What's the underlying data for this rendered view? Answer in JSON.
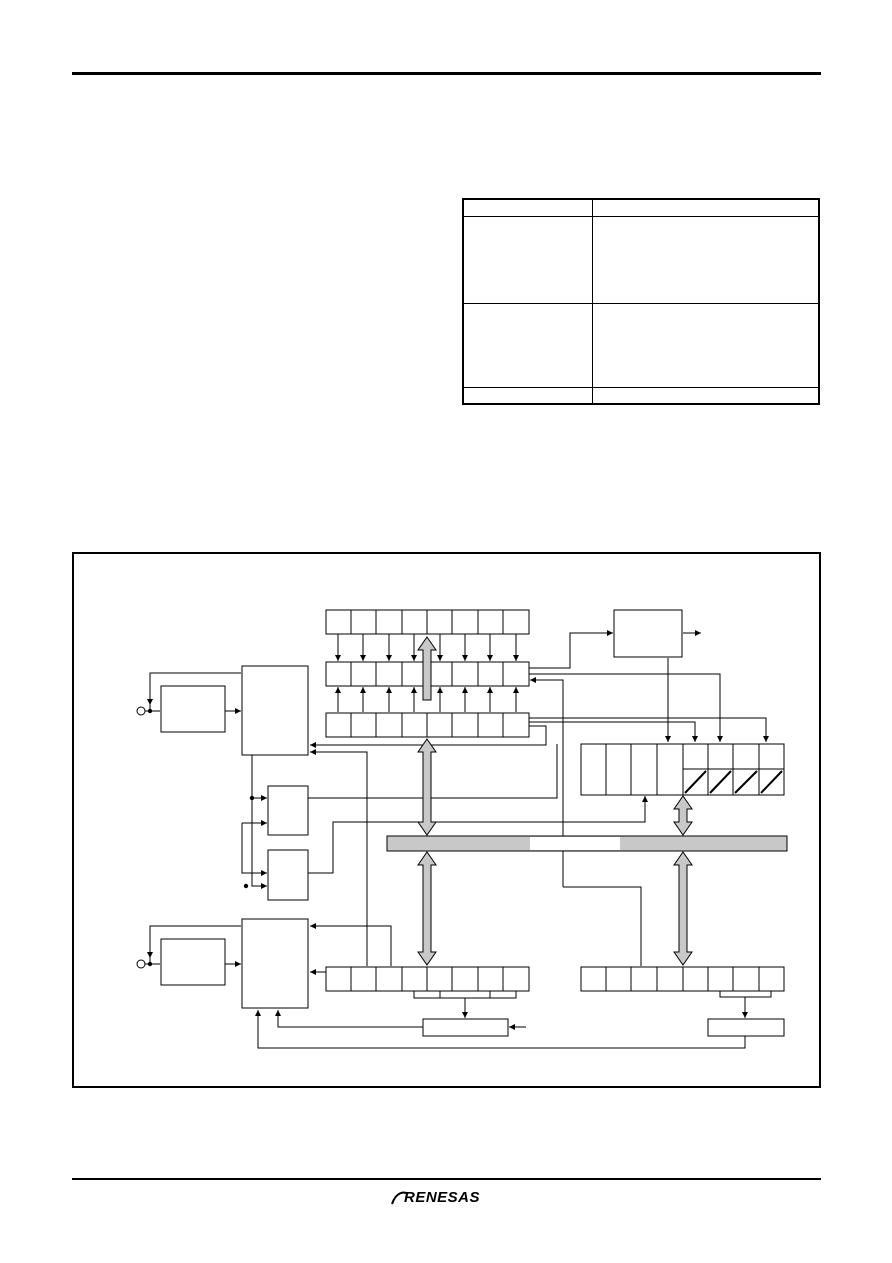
{
  "brand": {
    "logo_text": "RENESAS",
    "logo_icon": "renesas-logo-swoosh"
  },
  "spec_table": {
    "header": [
      "",
      ""
    ],
    "rows": [
      {
        "col1": "",
        "col2": ""
      },
      {
        "col1": "",
        "col2": ""
      },
      {
        "col1": "",
        "col2": ""
      }
    ]
  },
  "block_diagram": {
    "title": "",
    "colors": {
      "line": "#000000",
      "bus_fill": "#c8c8c8",
      "background": "#ffffff"
    },
    "register_rows": {
      "top_register_bits": 8,
      "middle_register_bits": 8,
      "lower_register_bits": 8,
      "bottom_left_register_bits": 8,
      "bottom_right_register_bits": 8,
      "right_register_bits": 8,
      "right_register_hatched_bits": 4
    },
    "labels": []
  }
}
